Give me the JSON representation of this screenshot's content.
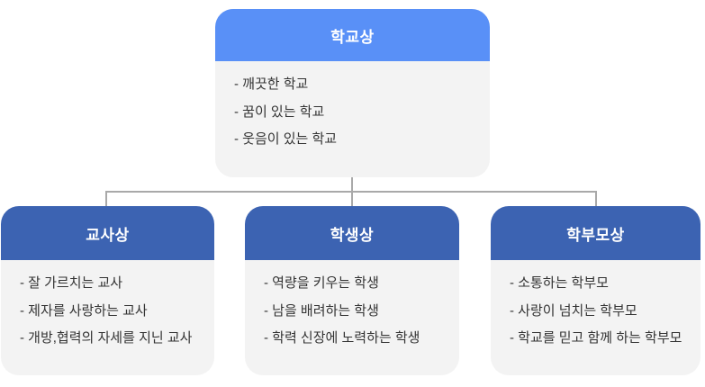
{
  "diagram": {
    "root": {
      "title": "학교상",
      "items": [
        "- 깨끗한 학교",
        "- 꿈이 있는 학교",
        "- 웃음이 있는 학교"
      ]
    },
    "children": [
      {
        "title": "교사상",
        "items": [
          "- 잘 가르치는 교사",
          "- 제자를 사랑하는 교사",
          "- 개방,협력의 자세를 지닌 교사"
        ]
      },
      {
        "title": "학생상",
        "items": [
          "- 역량을 키우는 학생",
          "- 남을 배려하는 학생",
          "- 학력 신장에 노력하는 학생"
        ]
      },
      {
        "title": "학부모상",
        "items": [
          "- 소통하는 학부모",
          "- 사랑이 넘치는 학부모",
          "- 학교를 믿고 함께 하는 학부모"
        ]
      }
    ],
    "colors": {
      "root_header": "#5990F7",
      "child_header": "#3C63B2",
      "body_bg": "#F3F3F3",
      "connector": "#A9A9A9",
      "header_text": "#FFFFFF",
      "body_text": "#333333",
      "page_bg": "#FFFFFF"
    }
  }
}
